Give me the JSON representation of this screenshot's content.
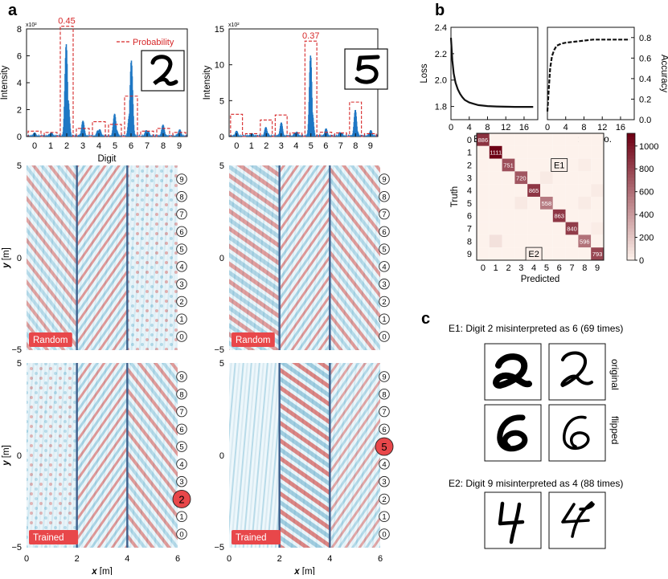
{
  "panel_labels": {
    "a": "a",
    "b": "b",
    "c": "c"
  },
  "colors": {
    "bar": "#1f77c4",
    "prob": "#d62728",
    "wave_red": "#d2453e",
    "wave_blue": "#8fc6dc",
    "layer": "#3d5f8c",
    "badge": "#e8474a"
  },
  "chart_data": [
    {
      "type": "bar",
      "panel": "a-left",
      "ylabel": "Intensity",
      "xlabel": "Digit",
      "y_scale_note": "x10²",
      "ylim": [
        0,
        8
      ],
      "yticks": [
        0,
        2,
        4,
        6,
        8
      ],
      "xticks": [
        "0",
        "1",
        "2",
        "3",
        "4",
        "5",
        "6",
        "7",
        "8",
        "9"
      ],
      "legend": "Probability",
      "probability_label": "0.45",
      "probability_boxes": [
        {
          "digit": 0,
          "height": 0.4
        },
        {
          "digit": 1,
          "height": 0.3
        },
        {
          "digit": 2,
          "height": 8.2
        },
        {
          "digit": 3,
          "height": 0.6
        },
        {
          "digit": 4,
          "height": 1.1
        },
        {
          "digit": 5,
          "height": 0.9
        },
        {
          "digit": 6,
          "height": 3.0
        },
        {
          "digit": 7,
          "height": 0.4
        },
        {
          "digit": 8,
          "height": 0.6
        },
        {
          "digit": 9,
          "height": 0.3
        }
      ],
      "peaks": [
        {
          "digit": 0,
          "height": 0.3
        },
        {
          "digit": 1,
          "height": 0.4
        },
        {
          "digit": 2,
          "height": 7.8
        },
        {
          "digit": 3,
          "height": 1.2
        },
        {
          "digit": 4,
          "height": 0.8
        },
        {
          "digit": 5,
          "height": 1.8
        },
        {
          "digit": 6,
          "height": 6.0
        },
        {
          "digit": 7,
          "height": 0.7
        },
        {
          "digit": 8,
          "height": 0.9
        },
        {
          "digit": 9,
          "height": 0.6
        }
      ]
    },
    {
      "type": "bar",
      "panel": "a-right",
      "ylabel": "Intensity",
      "y_scale_note": "x10²",
      "ylim": [
        0,
        15
      ],
      "yticks": [
        0,
        5,
        10,
        15
      ],
      "xticks": [
        "0",
        "1",
        "2",
        "3",
        "4",
        "5",
        "6",
        "7",
        "8",
        "9"
      ],
      "probability_label": "0.37",
      "probability_boxes": [
        {
          "digit": 0,
          "height": 3.1
        },
        {
          "digit": 1,
          "height": 0.4
        },
        {
          "digit": 2,
          "height": 2.3
        },
        {
          "digit": 3,
          "height": 3.0
        },
        {
          "digit": 4,
          "height": 0.5
        },
        {
          "digit": 5,
          "height": 13.3
        },
        {
          "digit": 6,
          "height": 0.6
        },
        {
          "digit": 7,
          "height": 0.5
        },
        {
          "digit": 8,
          "height": 4.8
        },
        {
          "digit": 9,
          "height": 0.4
        }
      ],
      "peaks": [
        {
          "digit": 0,
          "height": 0.8
        },
        {
          "digit": 1,
          "height": 0.6
        },
        {
          "digit": 2,
          "height": 1.5
        },
        {
          "digit": 3,
          "height": 2.0
        },
        {
          "digit": 4,
          "height": 1.0
        },
        {
          "digit": 5,
          "height": 12.0
        },
        {
          "digit": 6,
          "height": 1.2
        },
        {
          "digit": 7,
          "height": 0.9
        },
        {
          "digit": 8,
          "height": 3.8
        },
        {
          "digit": 9,
          "height": 1.0
        }
      ]
    },
    {
      "type": "line",
      "panel": "b-loss",
      "xlabel": "Epoch no.",
      "ylabel": "Loss",
      "xlim": [
        0,
        19
      ],
      "ylim": [
        1.7,
        2.4
      ],
      "xticks": [
        0,
        4,
        8,
        12,
        16
      ],
      "yticks": [
        1.8,
        2.0,
        2.2,
        2.4
      ],
      "x": [
        0,
        0.3,
        0.6,
        1,
        1.5,
        2,
        2.5,
        3,
        4,
        5,
        6,
        8,
        10,
        12,
        14,
        16,
        18
      ],
      "y": [
        2.32,
        2.15,
        2.05,
        1.98,
        1.93,
        1.895,
        1.87,
        1.85,
        1.83,
        1.82,
        1.81,
        1.803,
        1.8,
        1.798,
        1.797,
        1.797,
        1.797
      ]
    },
    {
      "type": "line",
      "panel": "b-accuracy",
      "xlabel": "Epoch no.",
      "ylabel": "Accuracy",
      "xlim": [
        0,
        19
      ],
      "ylim": [
        0,
        0.9
      ],
      "xticks": [
        0,
        4,
        8,
        12,
        16
      ],
      "yticks": [
        0,
        0.2,
        0.4,
        0.6,
        0.8
      ],
      "x": [
        0,
        0.3,
        0.6,
        1,
        1.5,
        2,
        3,
        4,
        6,
        8,
        10,
        12,
        14,
        16,
        18
      ],
      "y": [
        0.08,
        0.3,
        0.5,
        0.62,
        0.68,
        0.72,
        0.74,
        0.75,
        0.76,
        0.77,
        0.78,
        0.78,
        0.78,
        0.78,
        0.78
      ]
    },
    {
      "type": "heatmap",
      "panel": "b-confusion",
      "xlabel": "Predicted",
      "ylabel": "Truth",
      "labels": [
        "0",
        "1",
        "2",
        "3",
        "4",
        "5",
        "6",
        "7",
        "8",
        "9"
      ],
      "colorbar_ticks": [
        0,
        200,
        400,
        600,
        800,
        1000
      ],
      "vmax": 1111,
      "diagonal": [
        886,
        1111,
        751,
        720,
        865,
        558,
        863,
        840,
        596,
        793
      ],
      "offdiag_highlight": [
        {
          "row": 8,
          "col": 1,
          "value": 90
        },
        {
          "row": 2,
          "col": 6,
          "value": 69
        },
        {
          "row": 9,
          "col": 4,
          "value": 88
        },
        {
          "row": 3,
          "col": 5,
          "value": 50
        },
        {
          "row": 5,
          "col": 3,
          "value": 55
        },
        {
          "row": 4,
          "col": 9,
          "value": 45
        },
        {
          "row": 7,
          "col": 9,
          "value": 40
        },
        {
          "row": 2,
          "col": 8,
          "value": 35
        },
        {
          "row": 5,
          "col": 8,
          "value": 45
        }
      ],
      "annotations": [
        {
          "label": "E1",
          "row": 2,
          "col": 6
        },
        {
          "label": "E2",
          "row": 9,
          "col": 4
        }
      ]
    }
  ],
  "wave_panels": {
    "x_label_main": "x",
    "x_label_unit": "[m]",
    "y_label_main": "y",
    "y_label_unit": "[m]",
    "x_ticks": [
      "0",
      "2",
      "4",
      "6"
    ],
    "y_tick_top": "5",
    "y_tick_mid": "0",
    "y_tick_bottom": "−5",
    "detector_digits": [
      "9",
      "8",
      "7",
      "6",
      "5",
      "4",
      "3",
      "2",
      "1",
      "0"
    ],
    "badge_random": "Random",
    "badge_trained": "Trained",
    "highlight_left": "2",
    "highlight_right": "5"
  },
  "section_c": {
    "e1_title": "E1: Digit 2 misinterpreted as 6 (69 times)",
    "e2_title": "E2: Digit 9 misinterpreted as 4 (88 times)",
    "original": "original",
    "flipped": "flipped"
  }
}
